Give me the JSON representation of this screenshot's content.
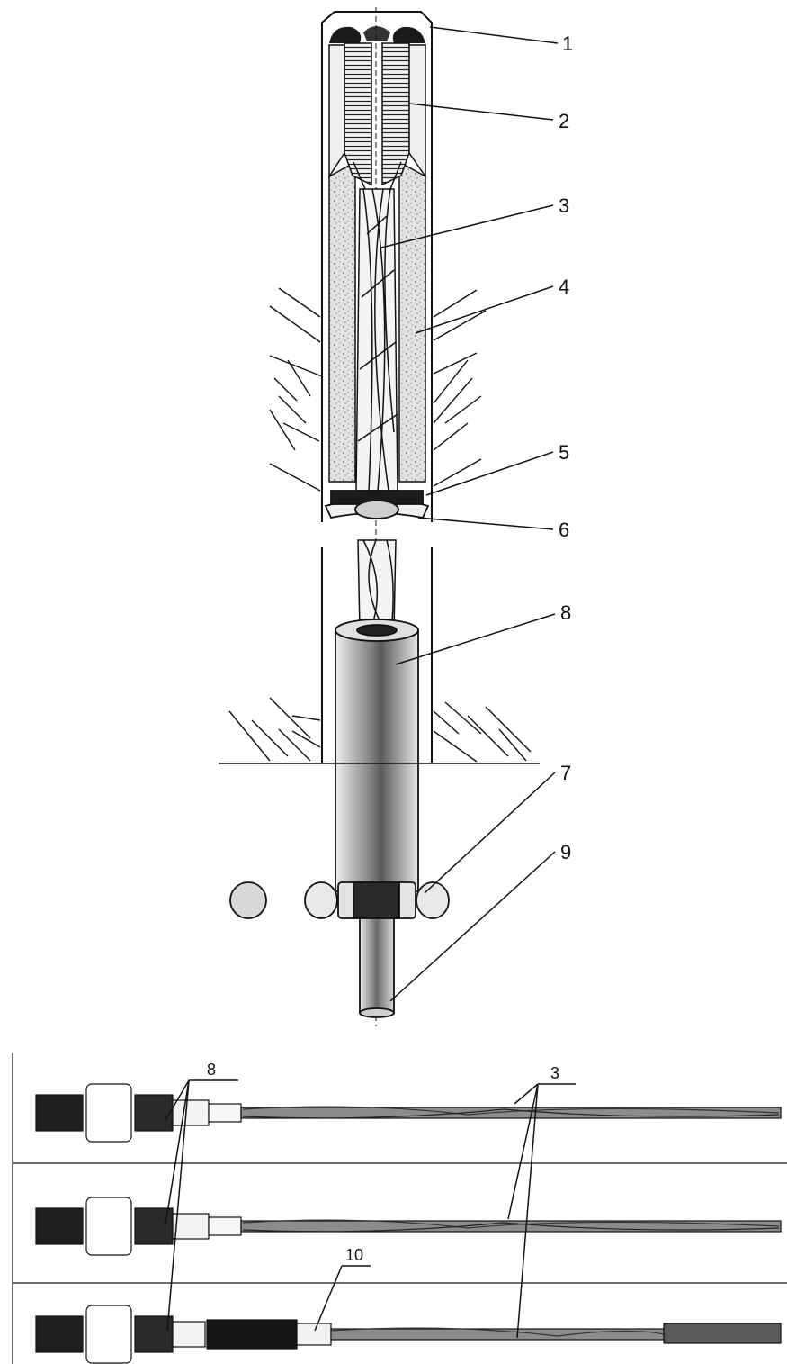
{
  "callouts": {
    "c1": "1",
    "c2": "2",
    "c3": "3",
    "c4": "4",
    "c5": "5",
    "c6": "6",
    "c7": "7",
    "c8": "8",
    "c9": "9"
  },
  "photo_callouts": {
    "p8": "8",
    "p3": "3",
    "p10": "10"
  },
  "colors": {
    "ink": "#111111",
    "grout": "#d9d9d9",
    "steel": "#9a9a9a",
    "sleeve": "#c8c8c8",
    "paper": "#ffffff"
  }
}
